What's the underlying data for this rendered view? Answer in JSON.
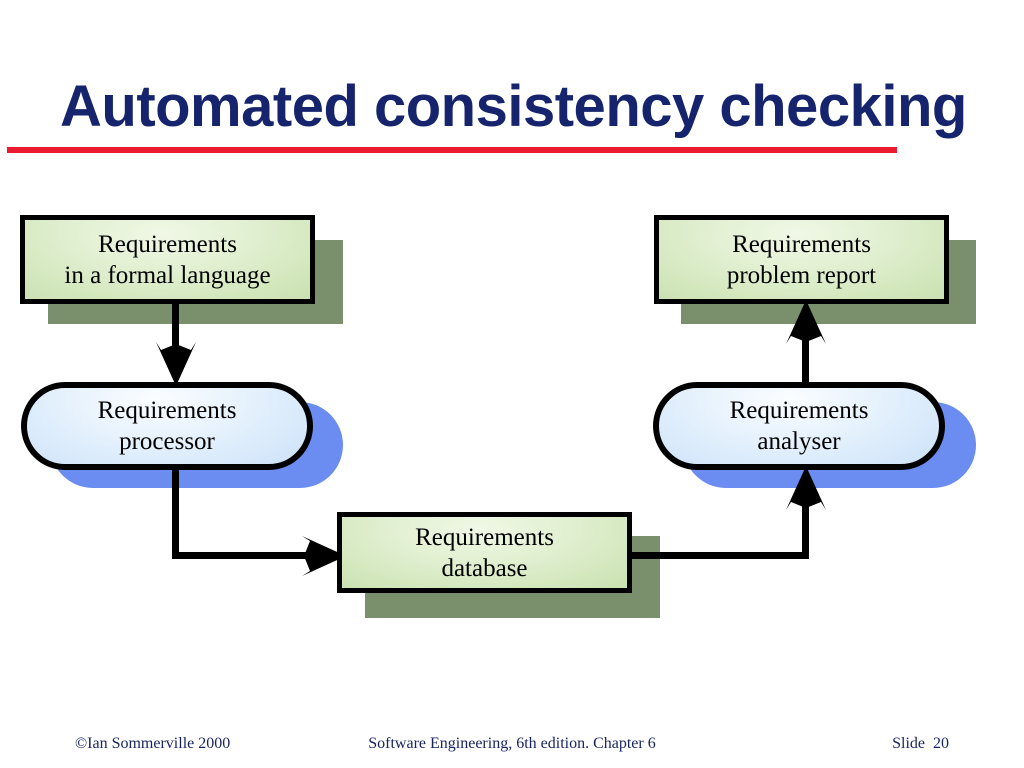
{
  "slide": {
    "title": "Automated consistency checking",
    "accent_color": "#16246d",
    "rule_color": "#ec1c30"
  },
  "diagram": {
    "colors": {
      "rect_fill": "#e2f0d2",
      "rect_shadow": "#7a8f6b",
      "pill_fill": "#eaf4fd",
      "pill_shadow": "#6b8cf0",
      "stroke": "#000000"
    },
    "nodes": [
      {
        "id": "requirements-formal-language",
        "shape": "rect",
        "label": "Requirements\nin a formal language"
      },
      {
        "id": "requirements-processor",
        "shape": "pill",
        "label": "Requirements\nprocessor"
      },
      {
        "id": "requirements-database",
        "shape": "rect",
        "label": "Requirements\ndatabase"
      },
      {
        "id": "requirements-analyser",
        "shape": "pill",
        "label": "Requirements\nanalyser"
      },
      {
        "id": "requirements-problem-report",
        "shape": "rect",
        "label": "Requirements\nproblem report"
      }
    ],
    "edges": [
      {
        "id": "formal-language-to-processor",
        "from": "requirements-formal-language",
        "to": "requirements-processor",
        "direction": "down"
      },
      {
        "id": "processor-to-database",
        "from": "requirements-processor",
        "to": "requirements-database",
        "direction": "right"
      },
      {
        "id": "database-to-analyser",
        "from": "requirements-database",
        "to": "requirements-analyser",
        "direction": "up"
      },
      {
        "id": "analyser-to-problem-report",
        "from": "requirements-analyser",
        "to": "requirements-problem-report",
        "direction": "up"
      }
    ]
  },
  "footer": {
    "copyright": "©Ian Sommerville 2000",
    "center": "Software Engineering, 6th edition. Chapter 6",
    "slide_number": "Slide  20"
  }
}
